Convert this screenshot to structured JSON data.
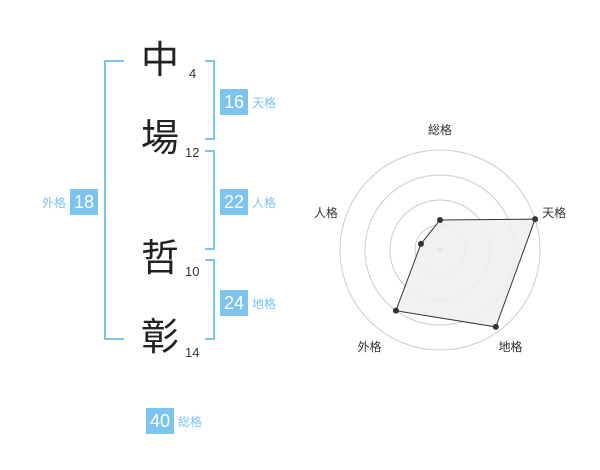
{
  "name": {
    "chars": [
      {
        "char": "中",
        "strokes": "4"
      },
      {
        "char": "場",
        "strokes": "12"
      },
      {
        "char": "哲",
        "strokes": "10"
      },
      {
        "char": "彰",
        "strokes": "14"
      }
    ]
  },
  "fortune": {
    "tenkaku": {
      "value": "16",
      "label": "天格"
    },
    "jinkaku": {
      "value": "22",
      "label": "人格"
    },
    "chikaku": {
      "value": "24",
      "label": "地格"
    },
    "gaikaku": {
      "value": "18",
      "label": "外格"
    },
    "soukaku": {
      "value": "40",
      "label": "総格"
    }
  },
  "colors": {
    "accent": "#7cc3ee",
    "text": "#222222",
    "radar_fill": "#eeeeee",
    "radar_line": "#333333",
    "grid": "#cccccc"
  },
  "chart_data": {
    "type": "radar",
    "axes": [
      "総格",
      "天格",
      "地格",
      "外格",
      "人格"
    ],
    "values": [
      0.3,
      1.0,
      0.95,
      0.75,
      0.2
    ],
    "rings": 4,
    "range": [
      0,
      1
    ]
  }
}
